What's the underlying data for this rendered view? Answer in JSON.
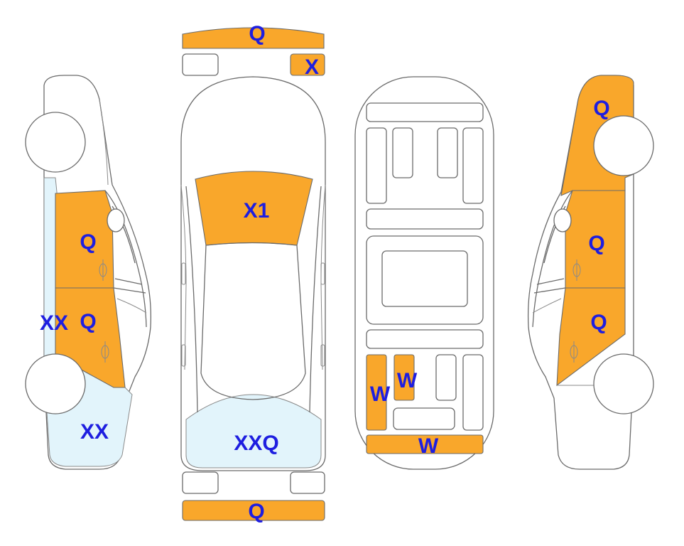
{
  "colors": {
    "damage_orange": "#f9a72b",
    "damage_light_blue": "#e2f4fb",
    "label_blue": "#1e1ee0",
    "outline": "#6b6b6b"
  },
  "labels": {
    "front_bumper": "Q",
    "front_right_light": "X",
    "windshield": "X1",
    "rear_window": "XXQ",
    "rear_bumper": "Q",
    "left_front_door": "Q",
    "left_rear_door": "Q",
    "left_sill": "XX",
    "left_rear_fender": "XX",
    "right_front_fender": "Q",
    "right_front_door": "Q",
    "right_rear_door": "Q",
    "floor_left_rear_seat": "W",
    "floor_center_rear_seat": "W",
    "floor_trunk": "W"
  }
}
